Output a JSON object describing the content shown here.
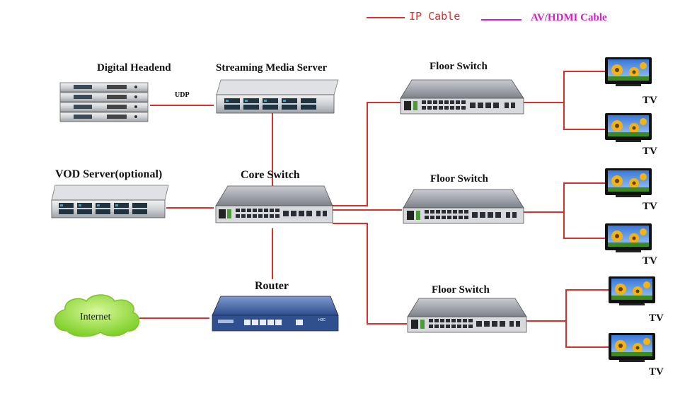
{
  "legend": {
    "ip_cable": "IP Cable",
    "av_cable": "AV/HDMI Cable",
    "ip_color": "#d9302c",
    "av_color": "#d020c8"
  },
  "devices": {
    "digital_headend": "Digital Headend",
    "streaming_server": "Streaming Media Server",
    "vod_server": "VOD Server(optional)",
    "core_switch": "Core Switch",
    "router": "Router",
    "internet": "Internet",
    "floor_switch_1": "Floor Switch",
    "floor_switch_2": "Floor Switch",
    "floor_switch_3": "Floor Switch"
  },
  "link_labels": {
    "udp": "UDP"
  },
  "tvs": [
    "TV",
    "TV",
    "TV",
    "TV",
    "TV",
    "TV"
  ],
  "router_brand": "H3C"
}
